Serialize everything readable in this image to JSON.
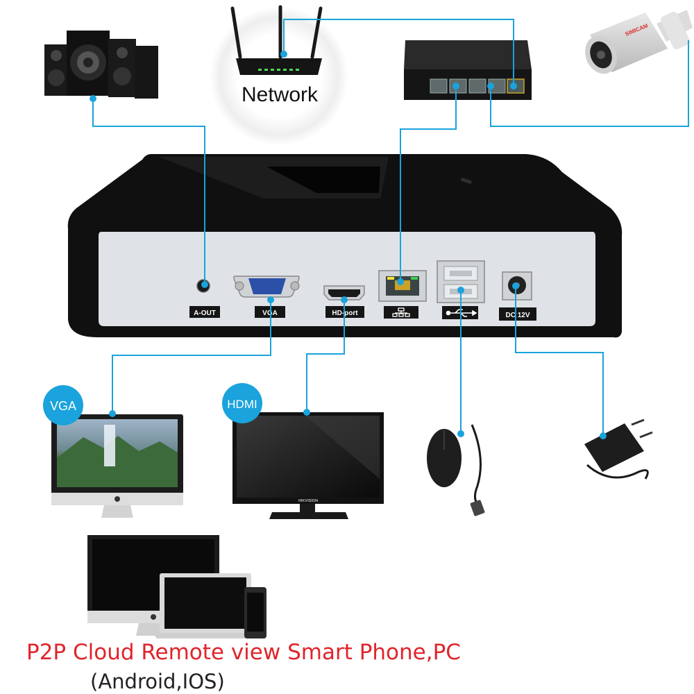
{
  "network_label": "Network",
  "ports": {
    "aout": "A-OUT",
    "vga": "VGA",
    "hdport": "HD-port",
    "dc": "DC 12V"
  },
  "badges": {
    "vga": "VGA",
    "hdmi": "HDMI"
  },
  "camera_brand": "SIMICAM",
  "monitor_brand": "HIKVISION",
  "caption": {
    "line1": "P2P Cloud Remote view Smart Phone,PC",
    "line2": "(Android,IOS)"
  },
  "colors": {
    "cable": "#1aa3dc",
    "badge": "#1aa3dc",
    "caption": "#e0242b"
  }
}
